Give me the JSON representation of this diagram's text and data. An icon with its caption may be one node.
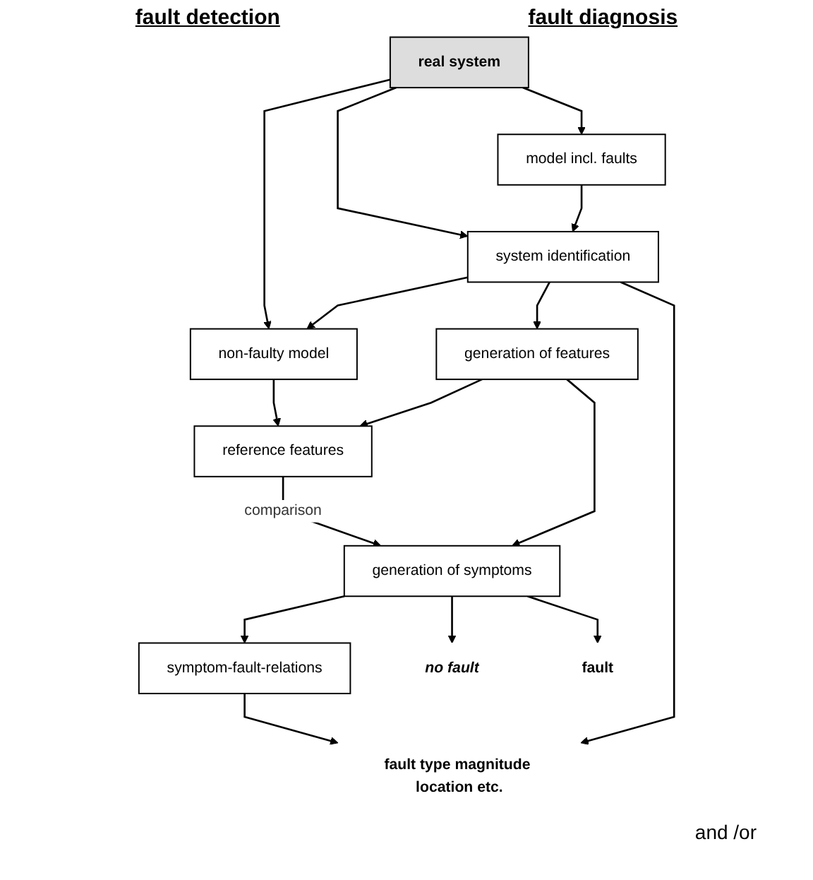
{
  "diagram": {
    "nodes": [
      {
        "text": [
          "non-faulty model"
        ]
      },
      {
        "text": [
          "real system"
        ]
      },
      {
        "text": [
          "model incl. faults"
        ]
      },
      {
        "text": [
          "system identification"
        ]
      },
      {
        "text": [
          "reference features"
        ]
      },
      {
        "text": [
          "generation of features"
        ]
      },
      {
        "text": [
          "generation of symptoms"
        ]
      },
      {
        "text": [
          "symptom-fault-relations"
        ]
      },
      {
        "text": [
          "no fault"
        ]
      },
      {
        "text": [
          "fault"
        ]
      },
      {
        "text": [
          "fault type magnitude location etc."
        ]
      }
    ],
    "edges": [
      {
        "from": 1,
        "to": 0,
        "arrow": "to"
      },
      {
        "from": 1,
        "to": 2,
        "arrow": "to"
      },
      {
        "from": 1,
        "to": 3,
        "arrow": "to"
      },
      {
        "from": 3,
        "to": 0,
        "arrow": "to"
      },
      {
        "from": 2,
        "to": 3,
        "arrow": "to"
      },
      {
        "from": 0,
        "to": 4,
        "arrow": "to"
      },
      {
        "from": 3,
        "to": 5,
        "arrow": "to"
      },
      {
        "from": 5,
        "to": 4,
        "arrow": "to"
      },
      {
        "from": 4,
        "to": 6,
        "arrow": "to",
        "label": "comparison"
      },
      {
        "from": 5,
        "to": 6,
        "arrow": "to"
      },
      {
        "from": 6,
        "to": 8,
        "arrow": "to"
      },
      {
        "from": 6,
        "to": 7,
        "arrow": "to"
      },
      {
        "from": 6,
        "to": 9,
        "arrow": "to"
      },
      {
        "from": 7,
        "to": 10,
        "arrow": "to"
      },
      {
        "from": 3,
        "to": 10,
        "arrow": "to"
      }
    ],
    "labels": [
      "fault detection",
      "fault diagnosis",
      "and /or"
    ]
  }
}
